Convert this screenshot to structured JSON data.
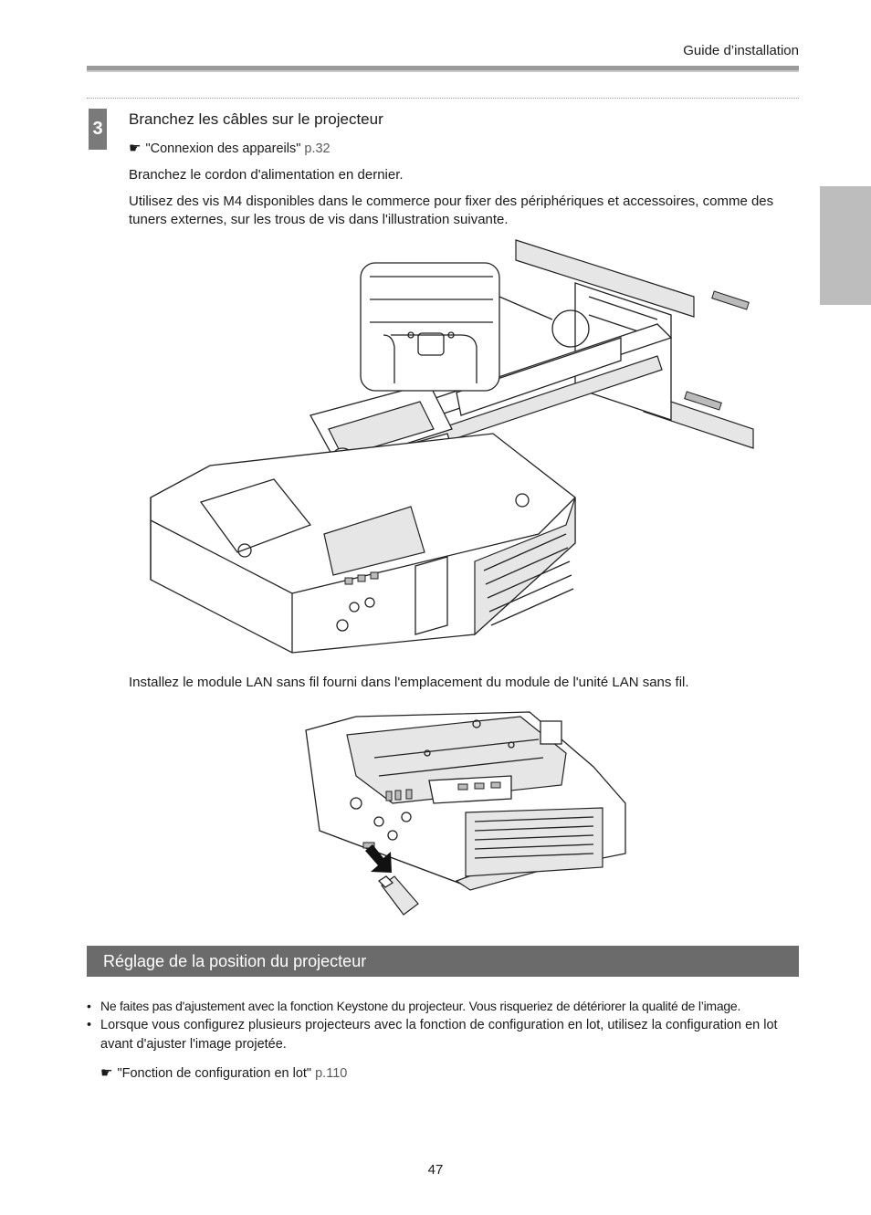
{
  "header": {
    "title": "Guide d’installation"
  },
  "step": {
    "number": "3",
    "title": "Branchez les câbles sur le projecteur",
    "ref1": {
      "symbol": "☛",
      "text": "\"Connexion des appareils\"",
      "page": "p.32"
    },
    "para1": "Branchez le cordon d'alimentation en dernier.",
    "para2": "Utilisez des vis M4 disponibles dans le commerce pour fixer des périphériques et accessoires, comme des tuners externes, sur les trous de vis dans l'illustration suivante.",
    "para3": "Installez le module LAN sans fil fourni dans l'emplacement du module de l'unité LAN sans fil."
  },
  "section": {
    "title": "Réglage de la position du projecteur",
    "bullets": [
      "Ne faites pas d'ajustement avec la fonction Keystone du projecteur. Vous risqueriez de détériorer la qualité de l’image.",
      "Lorsque vous configurez plusieurs projecteurs avec la fonction de configuration en lot, utilisez la configuration en lot avant d'ajuster l'image projetée."
    ],
    "ref2": {
      "symbol": "☛",
      "text": "\"Fonction de configuration en lot\"",
      "page": "p.110"
    }
  },
  "footer": {
    "page_number": "47"
  }
}
